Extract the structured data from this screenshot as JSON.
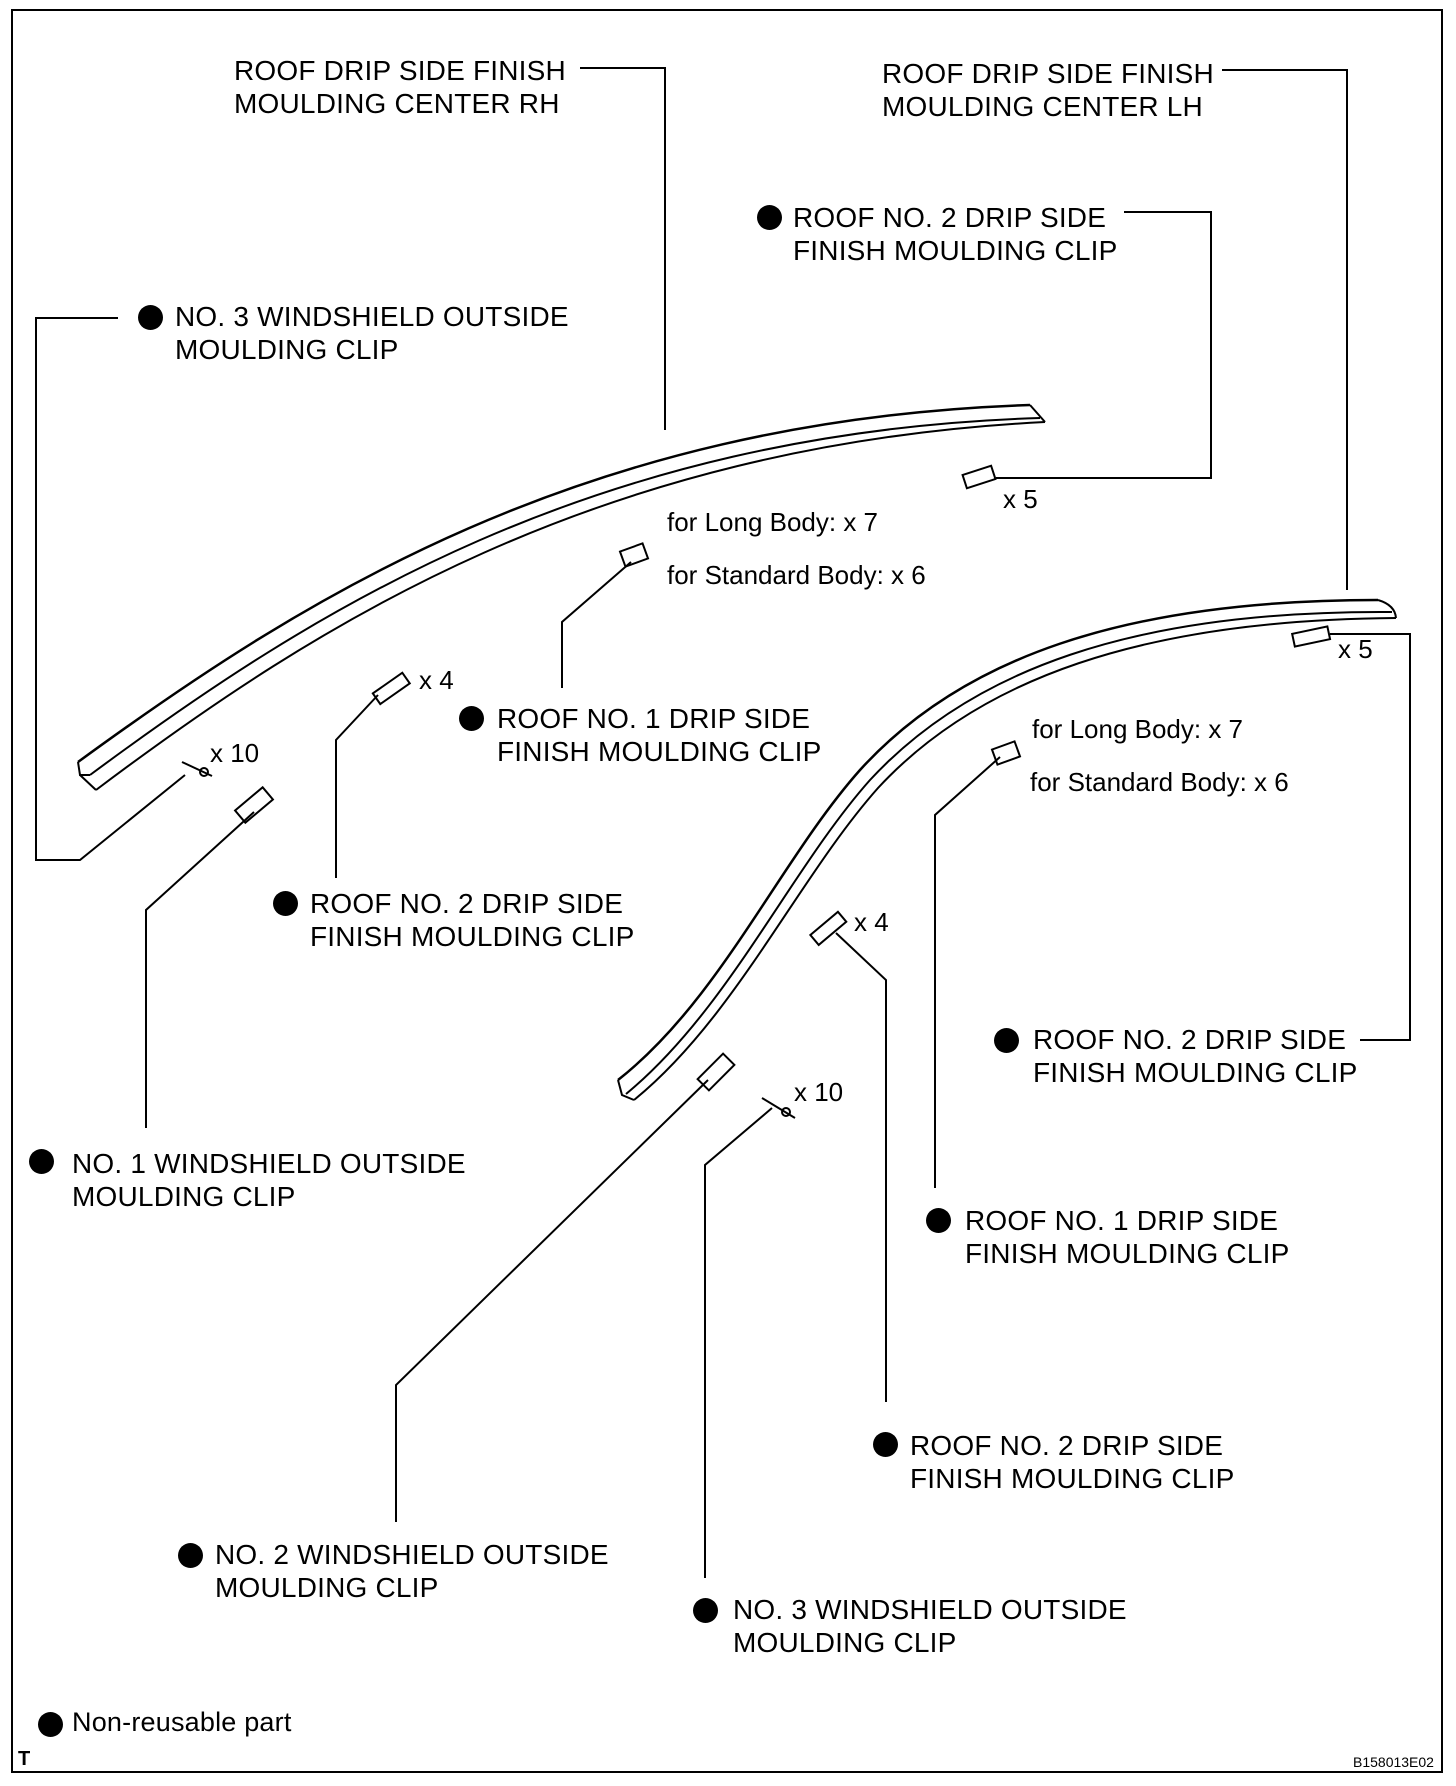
{
  "labels": {
    "center_rh": [
      "ROOF DRIP SIDE FINISH",
      "MOULDING CENTER RH"
    ],
    "center_lh": [
      "ROOF DRIP SIDE FINISH",
      "MOULDING CENTER LH"
    ],
    "top_no2_clip": [
      "ROOF NO. 2 DRIP SIDE",
      "FINISH MOULDING CLIP"
    ],
    "left_no3_windshield": [
      "NO. 3 WINDSHIELD OUTSIDE",
      "MOULDING CLIP"
    ],
    "rh_no1_drip": [
      "ROOF NO. 1 DRIP SIDE",
      "FINISH MOULDING CLIP"
    ],
    "rh_no2_drip": [
      "ROOF NO. 2 DRIP SIDE",
      "FINISH MOULDING CLIP"
    ],
    "left_no1_windshield": [
      "NO. 1 WINDSHIELD OUTSIDE",
      "MOULDING CLIP"
    ],
    "right_no2_drip": [
      "ROOF NO. 2 DRIP SIDE",
      "FINISH MOULDING CLIP"
    ],
    "lh_no1_drip": [
      "ROOF NO. 1 DRIP SIDE",
      "FINISH MOULDING CLIP"
    ],
    "lh_no2_drip": [
      "ROOF NO. 2 DRIP SIDE",
      "FINISH MOULDING CLIP"
    ],
    "bottom_no2_windshield": [
      "NO. 2 WINDSHIELD OUTSIDE",
      "MOULDING CLIP"
    ],
    "bottom_no3_windshield": [
      "NO. 3 WINDSHIELD OUTSIDE",
      "MOULDING CLIP"
    ]
  },
  "quantities": {
    "rh_top_clip": "x 5",
    "lh_top_clip": "x 5",
    "rh_long": "for Long Body: x 7",
    "rh_standard": "for Standard Body: x 6",
    "lh_long": "for Long Body: x 7",
    "lh_standard": "for Standard Body: x 6",
    "rh_no2_clip": "x 4",
    "lh_no2_clip": "x 4",
    "rh_no3_windshield": "x 10",
    "lh_no3_windshield": "x 10"
  },
  "legend": {
    "non_reusable": "Non-reusable part"
  },
  "footer": {
    "corner_mark": "T",
    "figure_code": "B158013E02"
  }
}
